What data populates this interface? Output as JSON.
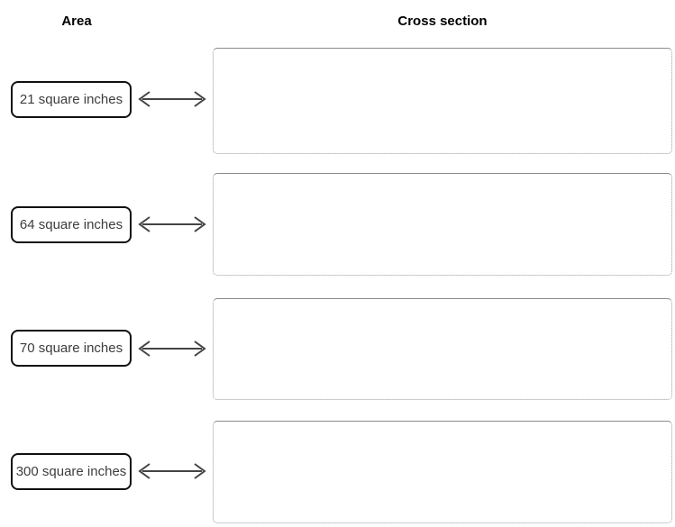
{
  "headers": {
    "area": "Area",
    "cross_section": "Cross section"
  },
  "rows": [
    {
      "area_label": "21 square inches"
    },
    {
      "area_label": "64 square inches"
    },
    {
      "area_label": "70 square inches"
    },
    {
      "area_label": "300 square inches"
    }
  ],
  "dropzones": [
    {
      "content": ""
    },
    {
      "content": ""
    },
    {
      "content": ""
    },
    {
      "content": ""
    }
  ],
  "icons": {
    "match_arrow": "double-headed-horizontal-arrow"
  },
  "colors": {
    "background": "#ffffff",
    "header_text": "#000000",
    "card_border": "#111111",
    "card_text": "#3d3d3d",
    "arrow": "#444444",
    "dropzone_border": "#9a9a9a",
    "dropzone_border_top": "#8a8a8a"
  }
}
